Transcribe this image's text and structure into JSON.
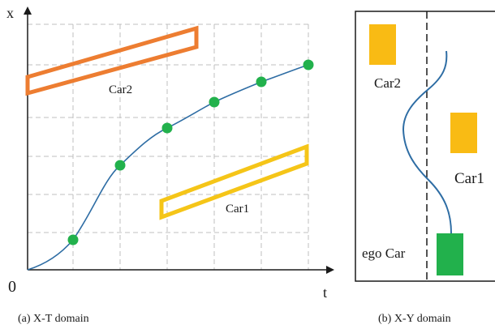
{
  "left_panel": {
    "axis_y_label": "x",
    "axis_x_label": "t",
    "origin_label": "0",
    "car2_label": "Car2",
    "car1_label": "Car1",
    "caption": "(a) X-T domain",
    "colors": {
      "car2": "#ed7d31",
      "car1": "#f5c518",
      "trajectory": "#2e6da4",
      "points": "#22b14c",
      "grid": "#bfbfbf"
    }
  },
  "right_panel": {
    "car2_label": "Car2",
    "car1_label": "Car1",
    "ego_label": "ego Car",
    "caption": "(b) X-Y domain",
    "colors": {
      "car": "#f9bb14",
      "ego": "#22b14c",
      "path": "#2e6da4"
    }
  }
}
